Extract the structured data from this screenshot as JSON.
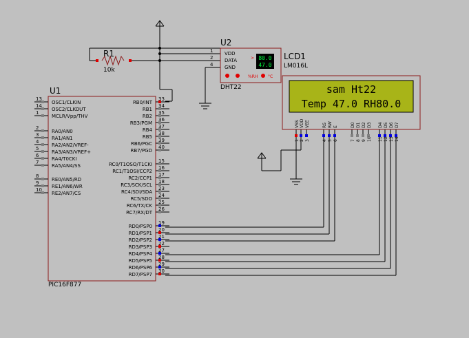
{
  "u2": {
    "ref": "U2",
    "part": "DHT22",
    "pins": [
      "VDD",
      "DATA",
      "GND"
    ],
    "pin_nums": [
      "1",
      "2",
      "4"
    ],
    "disp_top": "80.0",
    "disp_bottom": "47.0",
    "rh_label": "%RH",
    "deg_label": "°C"
  },
  "r1": {
    "ref": "R1",
    "value": "10k"
  },
  "lcd": {
    "ref": "LCD1",
    "part": "LM016L",
    "line1": "sam Ht22",
    "line2": "Temp 47.0 RH80.0",
    "pin_names": [
      "VSS",
      "VDD",
      "VEE",
      "RS",
      "RW",
      "E",
      "D0",
      "D1",
      "D2",
      "D3",
      "D4",
      "D5",
      "D6",
      "D7"
    ],
    "pin_nums": [
      "1",
      "2",
      "3",
      "4",
      "5",
      "6",
      "7",
      "8",
      "9",
      "10",
      "11",
      "12",
      "13",
      "14"
    ]
  },
  "u1": {
    "ref": "U1",
    "part": "PIC16F877",
    "left_pins": [
      {
        "num": "13",
        "name": "OSC1/CLKIN"
      },
      {
        "num": "14",
        "name": "OSC2/CLKOUT"
      },
      {
        "num": "1",
        "name": "MCLR/Vpp/THV"
      },
      {
        "num": "2",
        "name": "RA0/AN0"
      },
      {
        "num": "3",
        "name": "RA1/AN1"
      },
      {
        "num": "4",
        "name": "RA2/AN2/VREF-"
      },
      {
        "num": "5",
        "name": "RA3/AN3/VREF+"
      },
      {
        "num": "6",
        "name": "RA4/T0CKI"
      },
      {
        "num": "7",
        "name": "RA5/AN4/SS"
      },
      {
        "num": "8",
        "name": "RE0/AN5/RD"
      },
      {
        "num": "9",
        "name": "RE1/AN6/WR"
      },
      {
        "num": "10",
        "name": "RE2/AN7/CS"
      }
    ],
    "right_pins": [
      {
        "num": "33",
        "name": "RB0/INT"
      },
      {
        "num": "34",
        "name": "RB1"
      },
      {
        "num": "35",
        "name": "RB2"
      },
      {
        "num": "36",
        "name": "RB3/PGM"
      },
      {
        "num": "37",
        "name": "RB4"
      },
      {
        "num": "38",
        "name": "RB5"
      },
      {
        "num": "39",
        "name": "RB6/PGC"
      },
      {
        "num": "40",
        "name": "RB7/PGD"
      },
      {
        "num": "15",
        "name": "RC0/T1OSO/T1CKI"
      },
      {
        "num": "16",
        "name": "RC1/T1OSI/CCP2"
      },
      {
        "num": "17",
        "name": "RC2/CCP1"
      },
      {
        "num": "18",
        "name": "RC3/SCK/SCL"
      },
      {
        "num": "23",
        "name": "RC4/SDI/SDA"
      },
      {
        "num": "24",
        "name": "RC5/SDO"
      },
      {
        "num": "25",
        "name": "RC6/TX/CK"
      },
      {
        "num": "26",
        "name": "RC7/RX/DT"
      },
      {
        "num": "19",
        "name": "RD0/PSP0"
      },
      {
        "num": "20",
        "name": "RD1/PSP1"
      },
      {
        "num": "21",
        "name": "RD2/PSP2"
      },
      {
        "num": "22",
        "name": "RD3/PSP3"
      },
      {
        "num": "27",
        "name": "RD4/PSP4"
      },
      {
        "num": "28",
        "name": "RD5/PSP5"
      },
      {
        "num": "29",
        "name": "RD6/PSP6"
      },
      {
        "num": "30",
        "name": "RD7/PSP7"
      }
    ]
  },
  "colors": {
    "chip": "#8b1a1a",
    "wire": "#000000",
    "lcd_bg": "#a8b418",
    "pin_red": "#e00000",
    "pin_blue": "#0000e0",
    "pin_gray": "#808080"
  }
}
